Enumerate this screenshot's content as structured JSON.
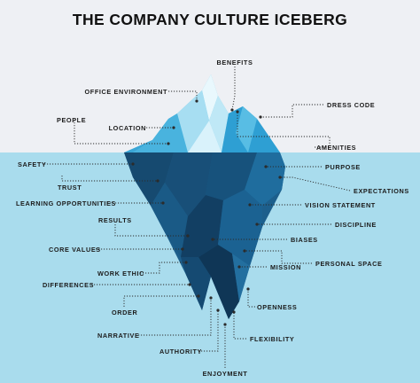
{
  "title": "THE COMPANY CULTURE ICEBERG",
  "colors": {
    "sky": "#eef0f4",
    "water": "#a9dced",
    "ice_light": "#d8f1fa",
    "ice_mid": "#5cc1e4",
    "ice_dark": "#1f6f9c",
    "underwater_deep": "#143e60",
    "leader_line": "#2b2b2b"
  },
  "above_water": [
    "BENEFITS",
    "OFFICE ENVIRONMENT",
    "DRESS CODE",
    "PEOPLE",
    "LOCATION",
    "AMENITIES"
  ],
  "below_water": [
    "SAFETY",
    "PURPOSE",
    "TRUST",
    "EXPECTATIONS",
    "LEARNING OPPORTUNITIES",
    "VISION STATEMENT",
    "RESULTS",
    "DISCIPLINE",
    "BIASES",
    "CORE VALUES",
    "PERSONAL SPACE",
    "WORK ETHIC",
    "MISSION",
    "DIFFERENCES",
    "ORDER",
    "OPENNESS",
    "NARRATIVE",
    "FLEXIBILITY",
    "AUTHORITY",
    "ENJOYMENT"
  ]
}
